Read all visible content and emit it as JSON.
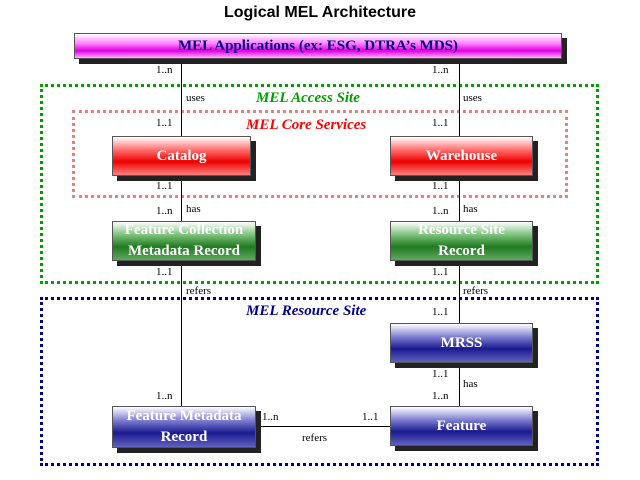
{
  "title": "Logical MEL Architecture",
  "regions": {
    "access_site": {
      "label": "MEL Access Site",
      "color": "#00a000"
    },
    "core_services": {
      "label": "MEL Core Services",
      "color": "#ff0000"
    },
    "resource_site": {
      "label": "MEL Resource Site",
      "color": "#000090"
    }
  },
  "boxes": {
    "applications": "MEL Applications (ex: ESG, DTRA’s MDS)",
    "catalog": "Catalog",
    "warehouse": "Warehouse",
    "feature_collection": [
      "Feature Collection",
      "Metadata Record"
    ],
    "resource_site_record": [
      "Resource Site",
      "Record"
    ],
    "mrss": "MRSS",
    "feature_metadata": [
      "Feature Metadata",
      "Record"
    ],
    "feature": "Feature"
  },
  "connectors": {
    "app_catalog": {
      "top": "1..n",
      "rel": "uses",
      "bottom": "1..1"
    },
    "app_warehouse": {
      "top": "1..n",
      "rel": "uses",
      "bottom": "1..1"
    },
    "catalog_fc": {
      "top": "1..1",
      "rel": "has",
      "bottom": "1..n"
    },
    "warehouse_rsr": {
      "top": "1..1",
      "rel": "has",
      "bottom": "1..n"
    },
    "fc_fm": {
      "top": "1..1",
      "rel": "refers",
      "bottom": "1..n"
    },
    "rsr_mrss": {
      "top": "1..1",
      "rel": "refers",
      "bottom": "1..1"
    },
    "mrss_feature": {
      "top": "1..1",
      "rel": "has",
      "bottom": "1..n"
    },
    "fm_feature": {
      "left": "1..n",
      "rel": "refers",
      "right": "1..1"
    }
  }
}
